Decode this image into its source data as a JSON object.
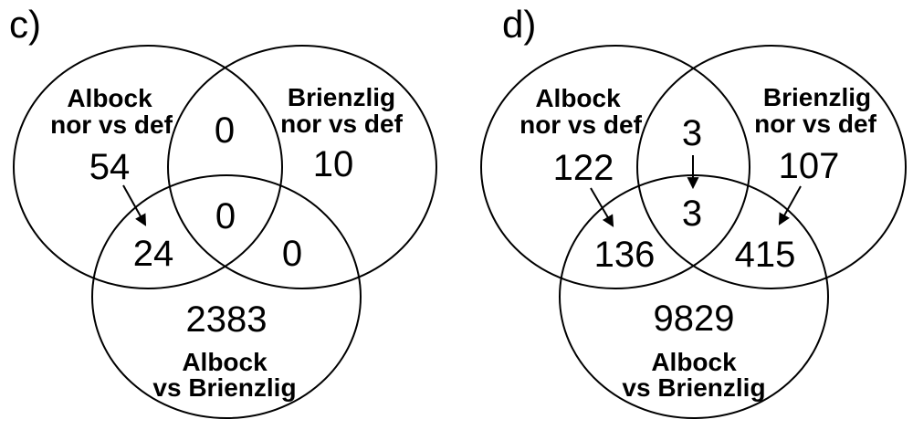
{
  "colors": {
    "background": "#ffffff",
    "ink": "#000000"
  },
  "panels": [
    {
      "label": "c)",
      "set_top_left": {
        "name_line1": "Albock",
        "name_line2": "nor vs def",
        "exclusive_count": "54"
      },
      "set_top_right": {
        "name_line1": "Brienzlig",
        "name_line2": "nor vs def",
        "exclusive_count": "10"
      },
      "set_bottom": {
        "name_line1": "Albock",
        "name_line2": "vs Brienzlig",
        "exclusive_count": "2383"
      },
      "overlap_top": "0",
      "overlap_center": "0",
      "overlap_bottom_left": "24",
      "overlap_bottom_right": "0"
    },
    {
      "label": "d)",
      "set_top_left": {
        "name_line1": "Albock",
        "name_line2": "nor vs def",
        "exclusive_count": "122"
      },
      "set_top_right": {
        "name_line1": "Brienzlig",
        "name_line2": "nor vs def",
        "exclusive_count": "107"
      },
      "set_bottom": {
        "name_line1": "Albock",
        "name_line2": "vs Brienzlig",
        "exclusive_count": "9829"
      },
      "overlap_top": "3",
      "overlap_center": "3",
      "overlap_bottom_left": "136",
      "overlap_bottom_right": "415"
    }
  ],
  "chart_data": [
    {
      "type": "venn",
      "panel_label": "c)",
      "sets": [
        "Albock nor vs def",
        "Brienzlig nor vs def",
        "Albock vs Brienzlig"
      ],
      "regions": {
        "albock_nor_vs_def_only": 54,
        "brienzlig_nor_vs_def_only": 10,
        "albock_vs_brienzlig_only": 2383,
        "top_left_and_top_right": 0,
        "top_left_and_bottom": 24,
        "top_right_and_bottom": 0,
        "all_three": 0
      }
    },
    {
      "type": "venn",
      "panel_label": "d)",
      "sets": [
        "Albock nor vs def",
        "Brienzlig nor vs def",
        "Albock vs Brienzlig"
      ],
      "regions": {
        "albock_nor_vs_def_only": 122,
        "brienzlig_nor_vs_def_only": 107,
        "albock_vs_brienzlig_only": 9829,
        "top_left_and_top_right": 3,
        "top_left_and_bottom": 136,
        "top_right_and_bottom": 415,
        "all_three": 3
      }
    }
  ]
}
